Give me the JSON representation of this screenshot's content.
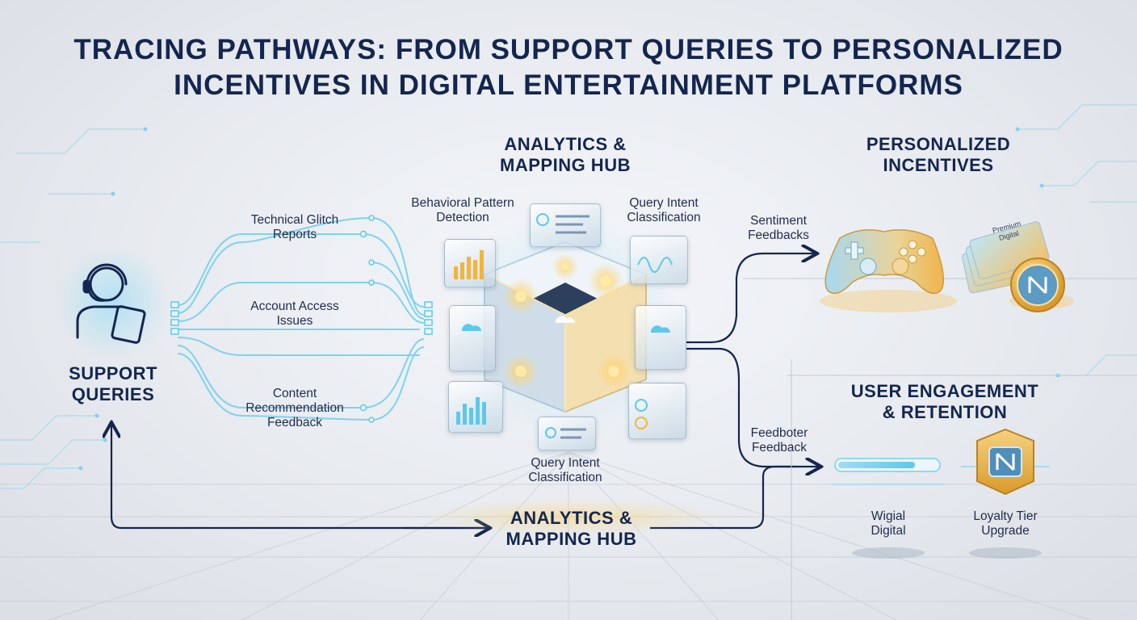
{
  "title": {
    "line1": "TRACING PATHWAYS: FROM SUPPORT QUERIES TO PERSONALIZED",
    "line2": "INCENTIVES IN DIGITAL ENTERTAINMENT PLATFORMS"
  },
  "support": {
    "line1": "SUPPORT",
    "line2": "QUERIES"
  },
  "queries": [
    {
      "line1": "Technical Glitch",
      "line2": "Reports"
    },
    {
      "line1": "Account Access",
      "line2": "Issues"
    },
    {
      "line1": "Content",
      "line2": "Recommendation",
      "line3": "Feedback"
    }
  ],
  "hub": {
    "heading_line1": "ANALYTICS &",
    "heading_line2": "MAPPING HUB",
    "behavioral_line1": "Behavioral Pattern",
    "behavioral_line2": "Detection",
    "intent_top_line1": "Query Intent",
    "intent_top_line2": "Classification",
    "intent_bottom_line1": "Query Intent",
    "intent_bottom_line2": "Classification"
  },
  "bottom_hub": {
    "line1": "ANALYTICS &",
    "line2": "MAPPING HUB"
  },
  "flows": {
    "sentiment_line1": "Sentiment",
    "sentiment_line2": "Feedbacks",
    "feedback_line1": "Feedboter",
    "feedback_line2": "Feedback"
  },
  "incentives": {
    "heading_line1": "PERSONALIZED",
    "heading_line2": "INCENTIVES",
    "ticket_text_line1": "Premium",
    "ticket_text_line2": "Digital"
  },
  "engagement": {
    "heading_line1": "USER ENGAGEMENT",
    "heading_line2": "& RETENTION",
    "item1_line1": "Wigial",
    "item1_line2": "Digital",
    "item2_line1": "Loyalty Tier",
    "item2_line2": "Upgrade"
  },
  "colors": {
    "navy": "#14264f",
    "cyan": "#5ec8ec",
    "gold": "#f3b43c"
  }
}
